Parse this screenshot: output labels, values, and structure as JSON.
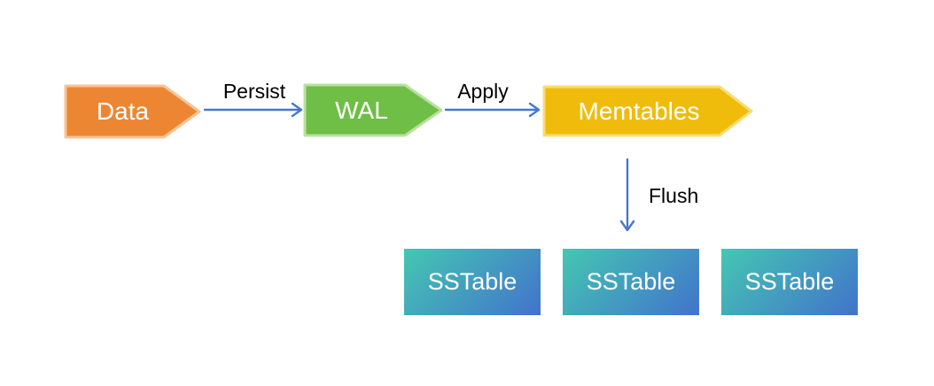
{
  "canvas": {
    "background": "#ffffff"
  },
  "diagram": {
    "nodes": {
      "data": {
        "label": "Data",
        "fill": "#ED8633",
        "edge": "#F6C596",
        "text_color": "#ffffff",
        "shape": "right-arrow-pentagon"
      },
      "wal": {
        "label": "WAL",
        "fill": "#6FBE45",
        "edge": "#B9E09F",
        "text_color": "#ffffff",
        "shape": "right-arrow-pentagon"
      },
      "memtables": {
        "label": "Memtables",
        "fill": "#F0BC0B",
        "edge": "#F8DC76",
        "text_color": "#ffffff",
        "shape": "right-arrow-pentagon"
      },
      "sstables": {
        "items": [
          {
            "label": "SSTable"
          },
          {
            "label": "SSTable"
          },
          {
            "label": "SSTable"
          }
        ],
        "gradient_from": "#44C7B2",
        "gradient_to": "#4273CC",
        "text_color": "#ffffff",
        "shape": "rectangle"
      }
    },
    "edges": {
      "arrow_color": "#4678CD",
      "label_color": "#000000",
      "persist": {
        "label": "Persist",
        "from": "data",
        "to": "wal",
        "direction": "right"
      },
      "apply": {
        "label": "Apply",
        "from": "wal",
        "to": "memtables",
        "direction": "right"
      },
      "flush": {
        "label": "Flush",
        "from": "memtables",
        "to": "sstables",
        "direction": "down"
      }
    }
  }
}
